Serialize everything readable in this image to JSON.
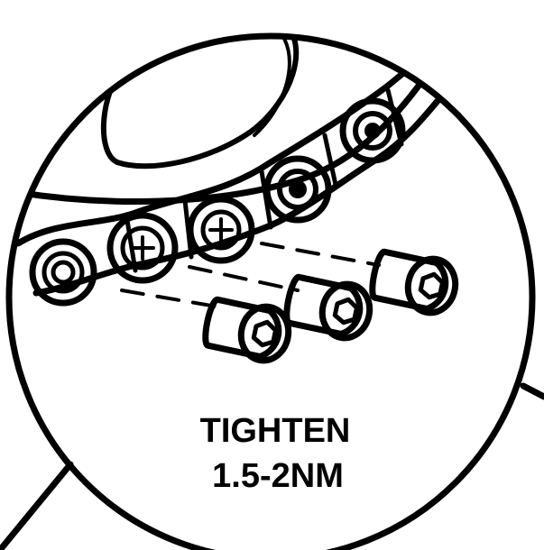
{
  "instruction": {
    "line1": "TIGHTEN",
    "line2": "1.5-2NM"
  },
  "colors": {
    "ink": "#000000",
    "paper": "#ffffff"
  },
  "icons": {
    "bolt": "hex-socket-bolt",
    "chain": "chain-link",
    "chainring": "chainring"
  }
}
